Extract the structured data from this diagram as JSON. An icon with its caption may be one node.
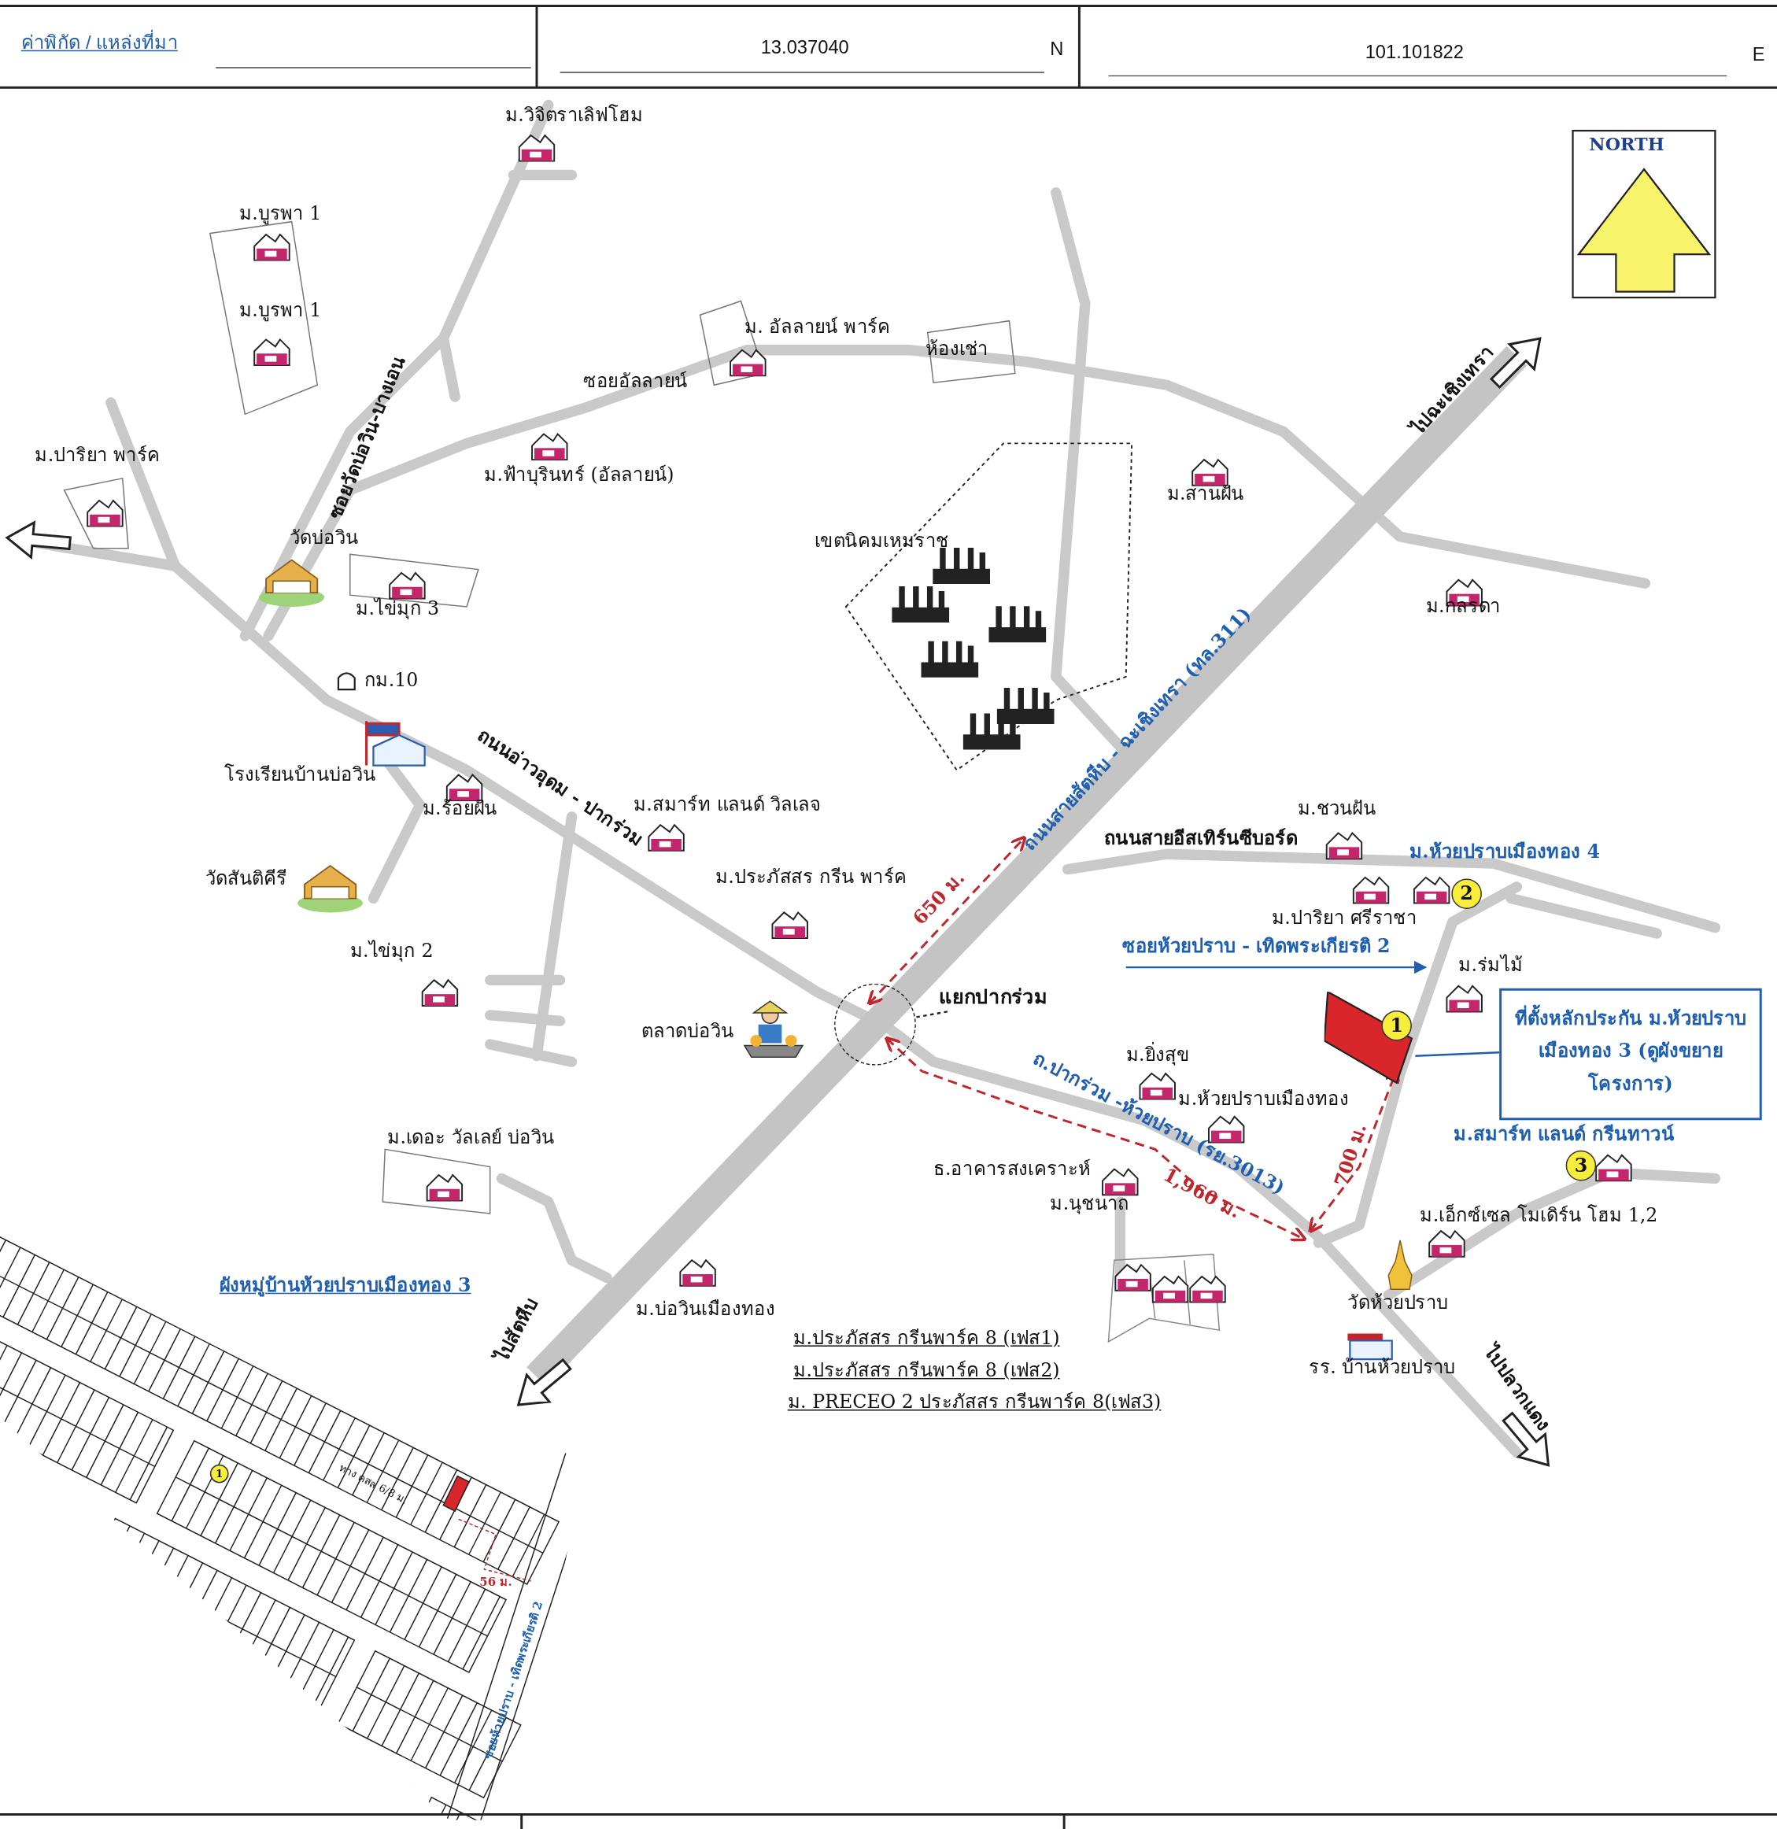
{
  "diagram": {
    "nodes": [
      {
        "text": [
          "ที่ตั้งหลักประกัน ม.ห้วยปราบเมืองทอง 3 (ดูผังขยายโครงการ)"
        ]
      },
      {
        "text": [],
        "shape": "box"
      },
      {
        "text": [
          "แยกปากร่วม"
        ]
      },
      {
        "text": [],
        "shape": "circle"
      },
      {
        "text": [
          "ซอยห้วยปราบ - เทิดพระเกียรติ 2"
        ]
      }
    ],
    "edges": [
      {
        "from": 0,
        "to": 1,
        "arrow": "none",
        "color": "#1f5fb0"
      },
      {
        "from": 2,
        "to": 3,
        "arrow": "none",
        "style": "dashed",
        "color": "#222222"
      },
      {
        "from": 4,
        "to": null,
        "arrow": "to",
        "color": "#1f5fb0"
      }
    ],
    "labels": [
      "ค่าพิกัด / แหล่งที่มา",
      "13.037040",
      "N",
      "101.101822",
      "E",
      "NORTH",
      "ม.วิจิตราเลิฟโฮม",
      "ม.บูรพา 1",
      "ม.บูรพา 1",
      "ม. อัลลายน์ พาร์ค",
      "ห้องเช่า",
      "ซอยอัลลายน์",
      "ซอยวัดบ่อวิน-บางเอน",
      "ไปฉะเชิงเทรา",
      "ม.ปาริยา พาร์ค",
      "ม.ฟ้าบุรินทร์ (อัลลายน์)",
      "ม.สานฝัน",
      "วัดบ่อวิน",
      "เขตนิคมเหมราช",
      "ม.ไข่มุก 3",
      "ม.กลรดา",
      "กม.10",
      "ถนนสายสัตหีบ - ฉะเชิงเทรา (ทล.311)",
      "ถนนอ่าวอุดม - ปากร่วม",
      "โรงเรียนบ้านบ่อวิน",
      "ม.ร้อยฝัน",
      "ม.สมาร์ท แลนด์ วิลเลจ",
      "ม.ชวนฝัน",
      "ถนนสายอีสเทิร์นซีบอร์ด",
      "ม.ห้วยปราบเมืองทอง 4",
      "วัดสันติคีรี",
      "ม.ประภัสสร กรีน พาร์ค",
      "650 ม.",
      "2",
      "ม.ปาริยา ศรีราชา",
      "ม.ไข่มุก 2",
      "ม.ร่มไม้",
      "ตลาดบ่อวิน",
      "1",
      "ม.ยิ่งสุข",
      "ถ.ปากร่วม -ห้วยปราบ (รย.3013)",
      "ม.ห้วยปราบเมืองทอง",
      "ม.เดอะ วัลเลย์ บ่อวิน",
      "ธ.อาคารสงเคราะห์",
      "1,960 ม.",
      "700 ม.",
      "ม.สมาร์ท แลนด์ กรีนทาวน์",
      "3",
      "ม.นุชนาถ",
      "ม.เอ็กซ์เซล โมเดิร์น โฮม 1,2",
      "ผังหมู่บ้านห้วยปราบเมืองทอง 3",
      "ม.บ่อวินเมืองทอง",
      "ไปสัตหีบ",
      "วัดห้วยปราบ",
      "ม.ประภัสสร กรีนพาร์ค 8 (เฟส1)",
      "ม.ประภัสสร กรีนพาร์ค 8 (เฟส2)",
      "ม. PRECEO 2 ประภัสสร กรีนพาร์ค 8(เฟส3)",
      "รร. บ้านห้วยปราบ",
      "ไปปลวกแดง",
      "1",
      "ทาง คสล 6/8 ม.",
      "56 ม.",
      "ซอยห้วยปราบ - เทิดพระเกียรติ 2"
    ]
  }
}
